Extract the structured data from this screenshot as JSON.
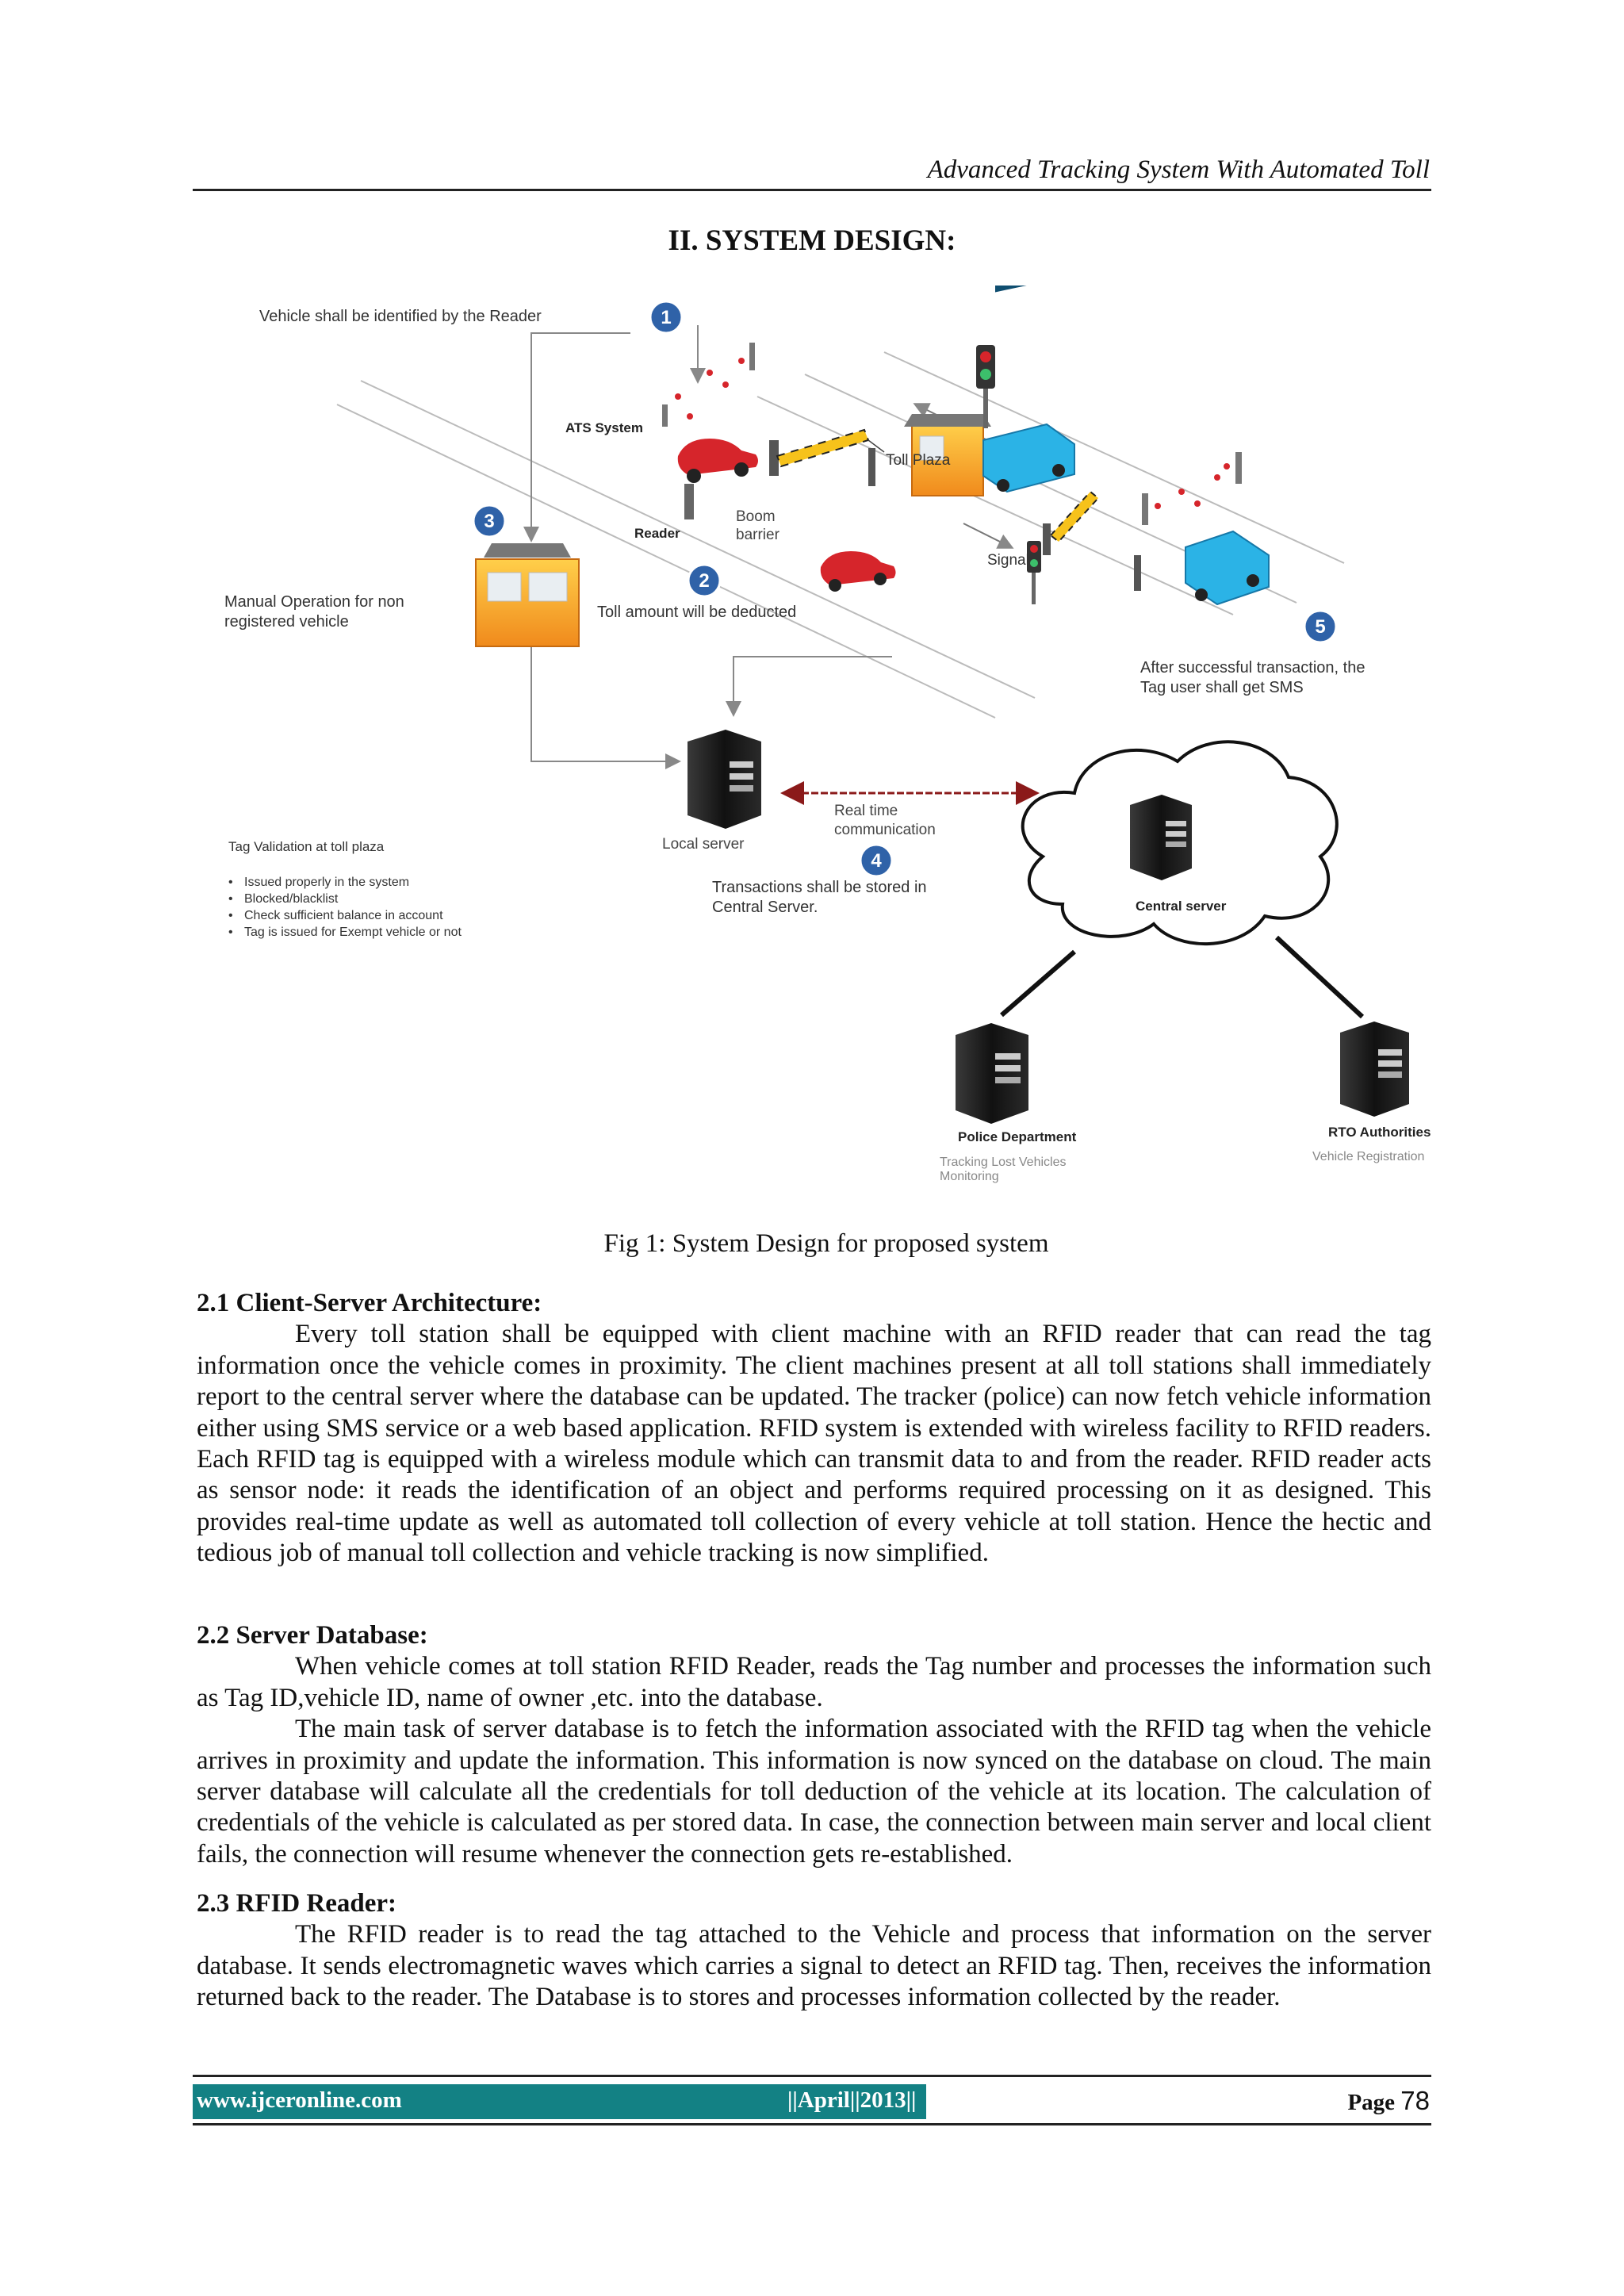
{
  "header": {
    "running_title": "Advanced Tracking System With Automated Toll"
  },
  "section_title": "II. SYSTEM DESIGN:",
  "figure": {
    "step1_text": "Vehicle shall be identified by the Reader",
    "ats_system": "ATS System",
    "toll_plaza": "Toll Plaza",
    "reader": "Reader",
    "boom": "Boom",
    "barrier": "barrier",
    "signal": "Signal",
    "step2_text": "Toll amount will be deducted",
    "step3_line1": "Manual  Operation for non",
    "step3_line2": "registered vehicle",
    "step5_line1": "After successful transaction, the",
    "step5_line2": "Tag user shall get SMS",
    "local_server": "Local server",
    "realtime_line1": "Real time",
    "realtime_line2": "communication",
    "step4_line1": "Transactions shall be stored in",
    "step4_line2": "Central Server.",
    "central_server": "Central server",
    "tag_validation_title": "Tag Validation  at toll plaza",
    "tag_validation_items": [
      "Issued properly  in the system",
      "Blocked/blacklist",
      "Check sufficient balance  in  account",
      "Tag is issued  for Exempt vehicle or  not"
    ],
    "police_department": "Police Department",
    "police_sub1": "Tracking Lost Vehicles",
    "police_sub2": "Monitoring",
    "rto_authorities": "RTO Authorities",
    "rto_sub": "Vehicle Registration",
    "badges": [
      "1",
      "2",
      "3",
      "4",
      "5"
    ]
  },
  "figure_caption": "Fig 1: System Design for proposed system",
  "sections": [
    {
      "heading": "2.1 Client-Server Architecture:",
      "paragraphs": [
        "Every toll station shall be equipped with client machine with an RFID reader that can read the tag information once the vehicle comes in proximity. The client machines present at all toll stations shall immediately report to the central server where the database can be updated. The tracker (police) can now fetch vehicle information either using SMS service or a web based application. RFID system is extended with wireless facility to RFID readers. Each RFID tag is equipped with a wireless module which can transmit data to and from the reader. RFID reader acts as sensor node: it reads the identification of an object and performs required processing on it as designed. This provides real-time update as well as automated toll collection of every vehicle at toll station. Hence the hectic and tedious job of manual toll collection and vehicle tracking is now simplified."
      ]
    },
    {
      "heading": "2.2 Server  Database:",
      "paragraphs": [
        "When vehicle comes at toll station RFID Reader, reads the Tag number and processes the information such as Tag ID,vehicle ID, name of owner ,etc. into the database.",
        "The main task of server database is to fetch the information associated with the RFID tag when the vehicle arrives in proximity and update the information. This information is now synced on the database on cloud. The main server database will calculate all the credentials for toll deduction of the vehicle at its location. The calculation of credentials of the vehicle is calculated as per stored data. In case, the connection between main server and local client fails, the connection will resume whenever the connection gets re-established."
      ]
    },
    {
      "heading": "2.3 RFID Reader:",
      "paragraphs": [
        "The RFID reader is to read the tag attached to the Vehicle and process that information on the server database. It sends electromagnetic waves which carries a signal to detect an RFID tag. Then, receives the information returned back to the reader. The Database is to stores and processes information collected by the reader."
      ]
    }
  ],
  "footer": {
    "website": "www.ijceronline.com",
    "issue": "||April||2013||",
    "page_label": "Page",
    "page_number": "78"
  },
  "colors": {
    "footer_bar": "#138184",
    "badge": "#2f62a8",
    "bus": "#2bb3e6",
    "car": "#d6252b"
  }
}
